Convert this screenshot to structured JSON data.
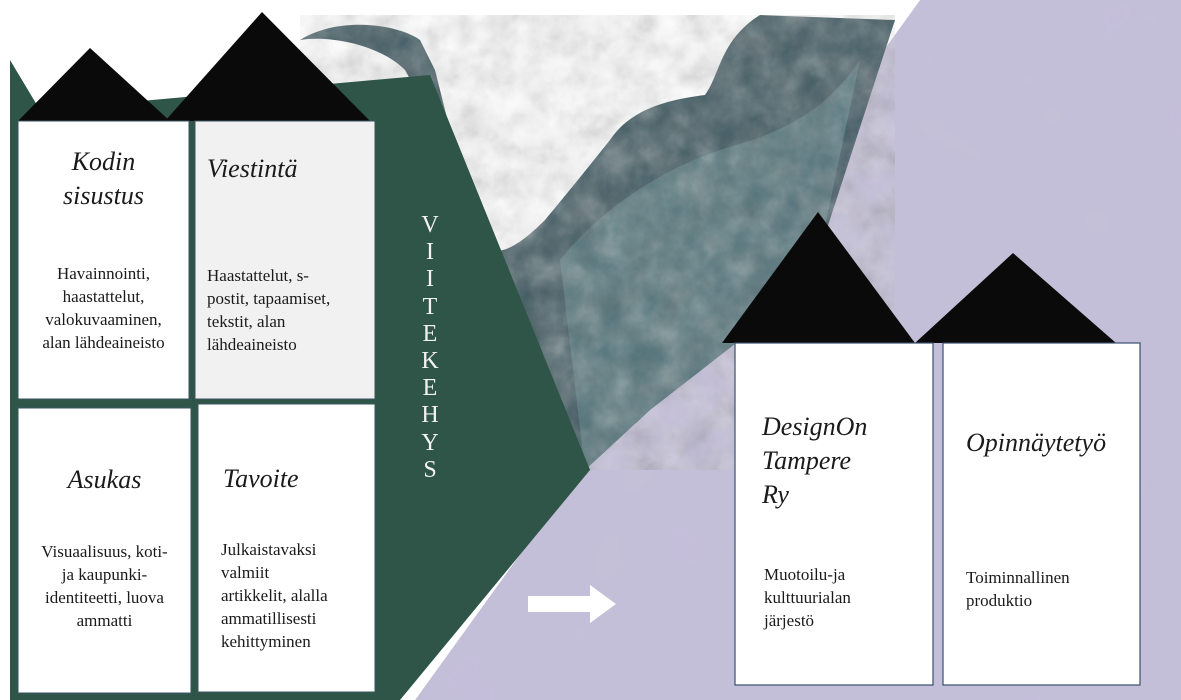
{
  "colors": {
    "green": "#2f5548",
    "black": "#000000",
    "lavender": "#c4c0d8",
    "ink": "#1f3a42"
  },
  "cards": {
    "kodin": {
      "title": "Kodin\nsisustus",
      "body": "Havainnointi,\nhaastattelut,\nvalokuvaaminen,\nalan lähdeaineisto"
    },
    "viestinta": {
      "title": "Viestintä",
      "body": "Haastattelut, s-\npostit, tapaamiset,\ntekstit, alan\nlähdeaineisto"
    },
    "asukas": {
      "title": "Asukas",
      "body": "Visuaalisuus, koti-\nja kaupunki-\nidentiteetti, luova\nammatti"
    },
    "tavoite": {
      "title": "Tavoite",
      "body": "Julkaistavaksi\nvalmiit\nartikkelit, alalla\nammatillisesti\nkehittyminen"
    },
    "designon": {
      "title": "DesignOn\nTampere\nRy",
      "body": "Muotoilu-ja\nkulttuurialan\njärjestö"
    },
    "opinnaytetyo": {
      "title": "Opinnäytetyö",
      "body": "Toiminnallinen\nproduktio"
    }
  },
  "frame_label": "V\nI\nI\nT\nE\nK\nE\nH\nY\nS",
  "arrow_icon": "right-arrow-icon"
}
